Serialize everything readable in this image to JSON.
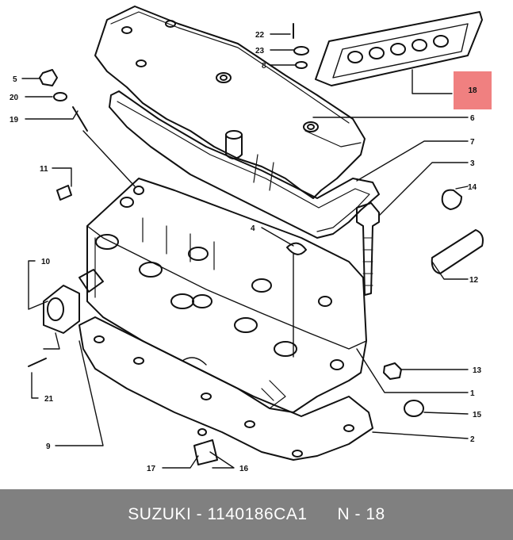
{
  "footer": {
    "brand": "SUZUKI",
    "part_number": "1140186CA1",
    "ref": "N - 18"
  },
  "callouts": {
    "c1": "1",
    "c2": "2",
    "c3": "3",
    "c4": "4",
    "c5": "5",
    "c6": "6",
    "c7": "7",
    "c8": "8",
    "c9": "9",
    "c10": "10",
    "c11": "11",
    "c12": "12",
    "c13": "13",
    "c14": "14",
    "c15": "15",
    "c16": "16",
    "c17": "17",
    "c18": "18",
    "c19": "19",
    "c20": "20",
    "c21": "21",
    "c22": "22",
    "c23": "23"
  },
  "highlight": {
    "color": "#f08080",
    "callout": "18"
  }
}
